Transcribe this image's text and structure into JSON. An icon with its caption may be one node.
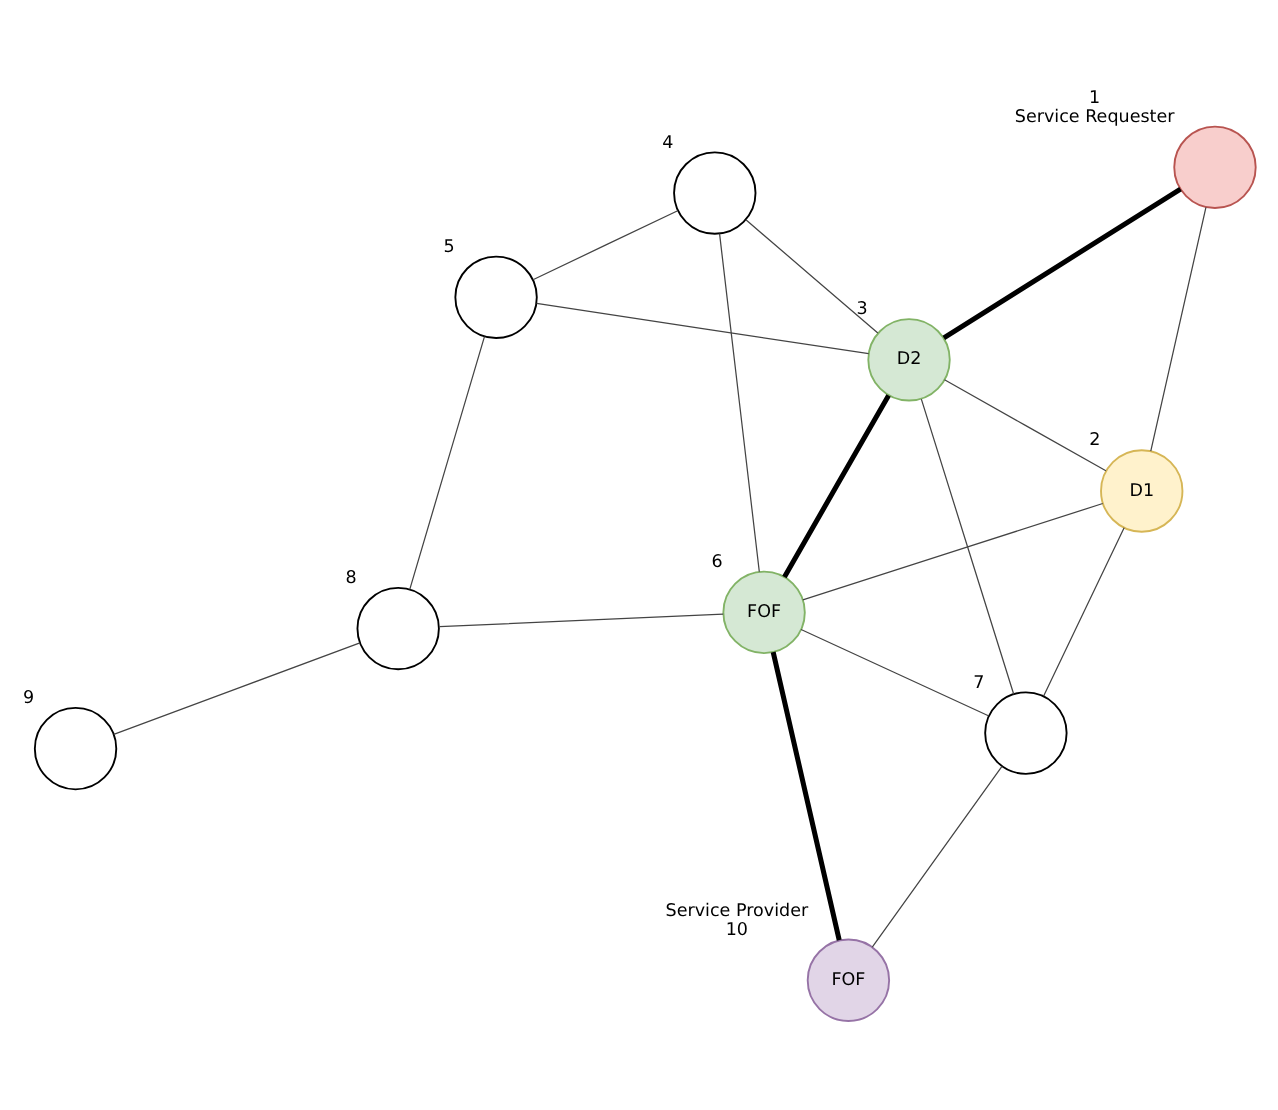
{
  "diagram": {
    "nodes": [
      {
        "text": [],
        "shape": "circle",
        "beside": [
          "1",
          "Service Requester"
        ]
      },
      {
        "text": [
          "D1"
        ],
        "beside": [
          "2"
        ]
      },
      {
        "text": [
          "D2"
        ],
        "beside": [
          "3"
        ]
      },
      {
        "text": [],
        "shape": "circle",
        "beside": [
          "4"
        ]
      },
      {
        "text": [],
        "shape": "circle",
        "beside": [
          "5"
        ]
      },
      {
        "text": [
          "FOF"
        ],
        "beside": [
          "6"
        ]
      },
      {
        "text": [],
        "shape": "circle",
        "beside": [
          "7"
        ]
      },
      {
        "text": [],
        "shape": "circle",
        "beside": [
          "8"
        ]
      },
      {
        "text": [],
        "shape": "circle",
        "beside": [
          "9"
        ]
      },
      {
        "text": [
          "FOF"
        ],
        "beside": [
          "Service Provider",
          "10"
        ]
      }
    ],
    "edges": [
      {
        "from": 0,
        "to": 1,
        "arrow": "none"
      },
      {
        "from": 0,
        "to": 2,
        "arrow": "none",
        "style": "thick"
      },
      {
        "from": 1,
        "to": 6,
        "arrow": "none"
      },
      {
        "from": 1,
        "to": 2,
        "arrow": "none"
      },
      {
        "from": 1,
        "to": 5,
        "arrow": "none"
      },
      {
        "from": 6,
        "to": 2,
        "arrow": "none"
      },
      {
        "from": 6,
        "to": 5,
        "arrow": "none"
      },
      {
        "from": 6,
        "to": 9,
        "arrow": "none"
      },
      {
        "from": 2,
        "to": 5,
        "arrow": "none",
        "style": "thick"
      },
      {
        "from": 5,
        "to": 9,
        "arrow": "none",
        "style": "thick"
      },
      {
        "from": 2,
        "to": 3,
        "arrow": "none"
      },
      {
        "from": 2,
        "to": 4,
        "arrow": "none"
      },
      {
        "from": 5,
        "to": 3,
        "arrow": "none"
      },
      {
        "from": 3,
        "to": 4,
        "arrow": "none"
      },
      {
        "from": 5,
        "to": 7,
        "arrow": "none"
      },
      {
        "from": 4,
        "to": 7,
        "arrow": "none"
      },
      {
        "from": 7,
        "to": 8,
        "arrow": "none"
      }
    ]
  }
}
